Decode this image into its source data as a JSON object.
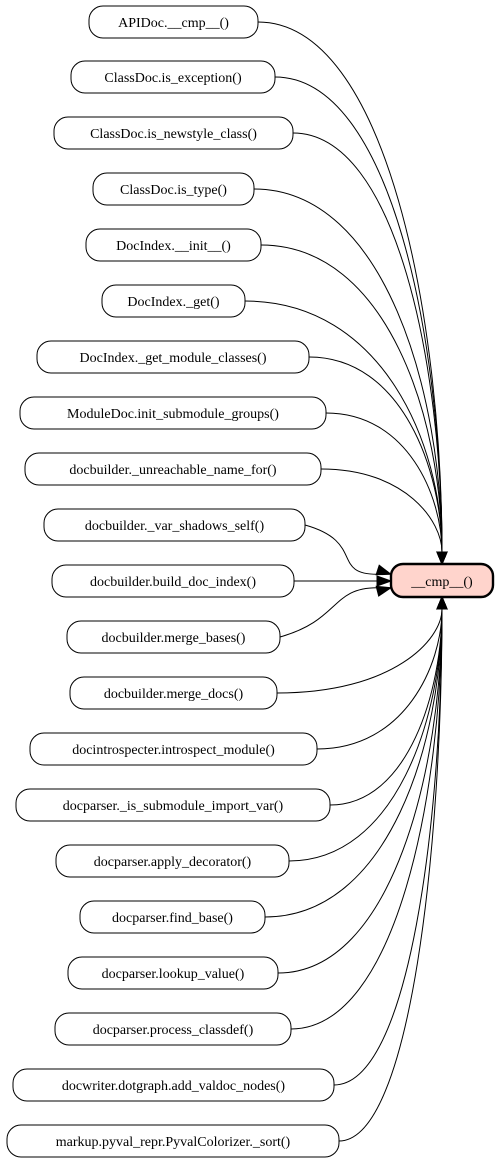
{
  "target": {
    "label": "__cmp__()"
  },
  "callers": [
    {
      "label": "APIDoc.__cmp__()"
    },
    {
      "label": "ClassDoc.is_exception()"
    },
    {
      "label": "ClassDoc.is_newstyle_class()"
    },
    {
      "label": "ClassDoc.is_type()"
    },
    {
      "label": "DocIndex.__init__()"
    },
    {
      "label": "DocIndex._get()"
    },
    {
      "label": "DocIndex._get_module_classes()"
    },
    {
      "label": "ModuleDoc.init_submodule_groups()"
    },
    {
      "label": "docbuilder._unreachable_name_for()"
    },
    {
      "label": "docbuilder._var_shadows_self()"
    },
    {
      "label": "docbuilder.build_doc_index()"
    },
    {
      "label": "docbuilder.merge_bases()"
    },
    {
      "label": "docbuilder.merge_docs()"
    },
    {
      "label": "docintrospecter.introspect_module()"
    },
    {
      "label": "docparser._is_submodule_import_var()"
    },
    {
      "label": "docparser.apply_decorator()"
    },
    {
      "label": "docparser.find_base()"
    },
    {
      "label": "docparser.lookup_value()"
    },
    {
      "label": "docparser.process_classdef()"
    },
    {
      "label": "docwriter.dotgraph.add_valdoc_nodes()"
    },
    {
      "label": "markup.pyval_repr.PyvalColorizer._sort()"
    }
  ]
}
